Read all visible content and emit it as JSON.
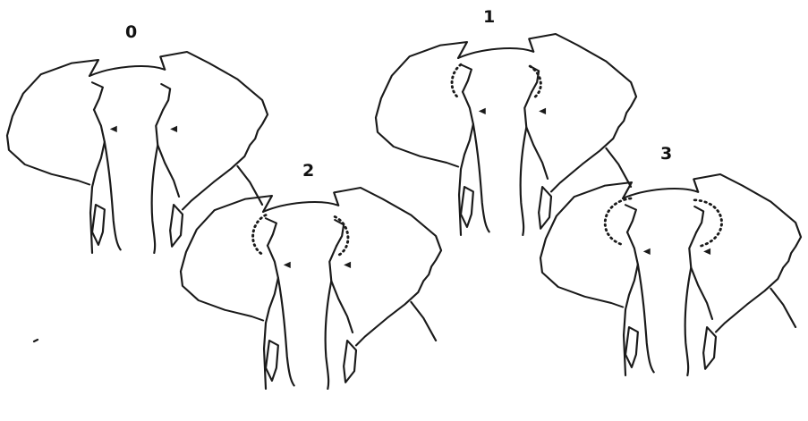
{
  "figure": {
    "panels": [
      {
        "id": "panel-0",
        "label": "0",
        "dotted_severity": 0
      },
      {
        "id": "panel-1",
        "label": "1",
        "dotted_severity": 1
      },
      {
        "id": "panel-2",
        "label": "2",
        "dotted_severity": 2
      },
      {
        "id": "panel-3",
        "label": "3",
        "dotted_severity": 3
      }
    ],
    "line_color": "#1a1a1a",
    "background": "#ffffff"
  }
}
